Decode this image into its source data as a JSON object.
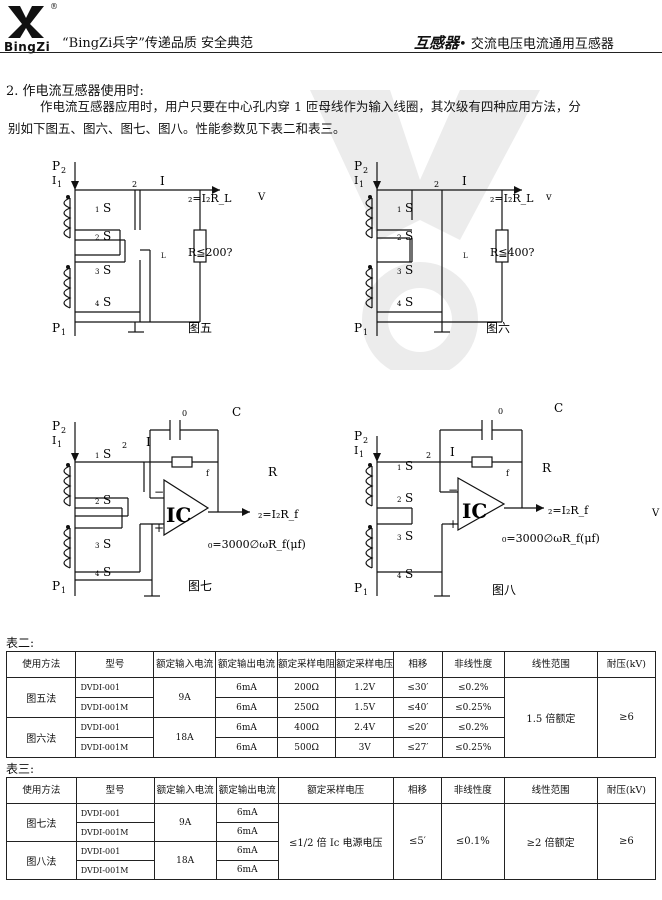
{
  "header": {
    "brand": "BingZi",
    "registered": "®",
    "slogan": "“BingZi兵字”传递品质 安全典范",
    "product_bold": "互感器",
    "product_rest": "• 交流电压电流通用互感器"
  },
  "section": {
    "title": "2. 作电流互感器使用时:",
    "para1": "作电流互感器应用时，用户只要在中心孔内穿 1 匝母线作为输入线圈，其次级有四种应用方法，分",
    "para2": "别如下图五、图六、图七、图八。性能参数见下表二和表三。"
  },
  "figures": {
    "common": {
      "p2": "P",
      "p2_sub": "2",
      "i1": "I",
      "i1_sub": "1",
      "p1": "P",
      "p1_sub": "1",
      "s1": "S",
      "s1_num": "1",
      "s2": "S",
      "s2_num": "2",
      "s3": "S",
      "s3_num": "3",
      "s4": "S",
      "s4_num": "4",
      "node2": "2",
      "current": "I"
    },
    "fig5": {
      "caption": "图五",
      "vout": "₂=I₂R_L",
      "v": "V",
      "rl_label": "L",
      "cond": "R≦200?"
    },
    "fig6": {
      "caption": "图六",
      "vout": "₂=I₂R_L",
      "v": "v",
      "rl_label": "L",
      "cond": "R≦400?"
    },
    "fig7": {
      "caption": "图七",
      "c": "C",
      "c0": "0",
      "r": "R",
      "rf_sub": "f",
      "ic": "IC",
      "vout": "₂=I₂R_f",
      "formula": "₀=3000∅ωR_f(μf)"
    },
    "fig8": {
      "caption": "图八",
      "c": "C",
      "c0": "0",
      "r": "R",
      "rf_sub": "f",
      "ic": "IC",
      "vout": "₂=I₂R_f",
      "v": "V",
      "formula": "₀=3000∅ωR_f(μf)"
    }
  },
  "table2": {
    "label": "表二:",
    "headers": [
      "使用方法",
      "型号",
      "额定输入电流",
      "额定输出电流",
      "额定采样电阻",
      "额定采样电压",
      "相移",
      "非线性度",
      "线性范围",
      "耐压(kV)"
    ],
    "rows": [
      [
        "DVDI-001",
        "6mA",
        "200Ω",
        "1.2V",
        "≤30′",
        "≤0.2%"
      ],
      [
        "DVDI-001M",
        "6mA",
        "250Ω",
        "1.5V",
        "≤40′",
        "≤0.25%"
      ],
      [
        "DVDI-001",
        "6mA",
        "400Ω",
        "2.4V",
        "≤20′",
        "≤0.2%"
      ],
      [
        "DVDI-001M",
        "6mA",
        "500Ω",
        "3V",
        "≤27′",
        "≤0.25%"
      ]
    ],
    "method_a": "图五法",
    "method_b": "图六法",
    "input_a": "9A",
    "input_b": "18A",
    "linear": "1.5 倍额定",
    "voltage": "≥6"
  },
  "table3": {
    "label": "表三:",
    "headers": [
      "使用方法",
      "型号",
      "额定输入电流",
      "额定输出电流",
      "额定采样电压",
      "相移",
      "非线性度",
      "线性范围",
      "耐压(kV)"
    ],
    "rows": [
      [
        "DVDI-001",
        "6mA"
      ],
      [
        "DVDI-001M",
        "6mA"
      ],
      [
        "DVDI-001",
        "6mA"
      ],
      [
        "DVDI-001M",
        "6mA"
      ]
    ],
    "method_a": "图七法",
    "method_b": "图八法",
    "input_a": "9A",
    "input_b": "18A",
    "sample_v": "≤1/2 倍 Ic 电源电压",
    "phase": "≤5′",
    "nonlin": "≤0.1%",
    "linear": "≥2 倍额定",
    "voltage": "≥6"
  }
}
